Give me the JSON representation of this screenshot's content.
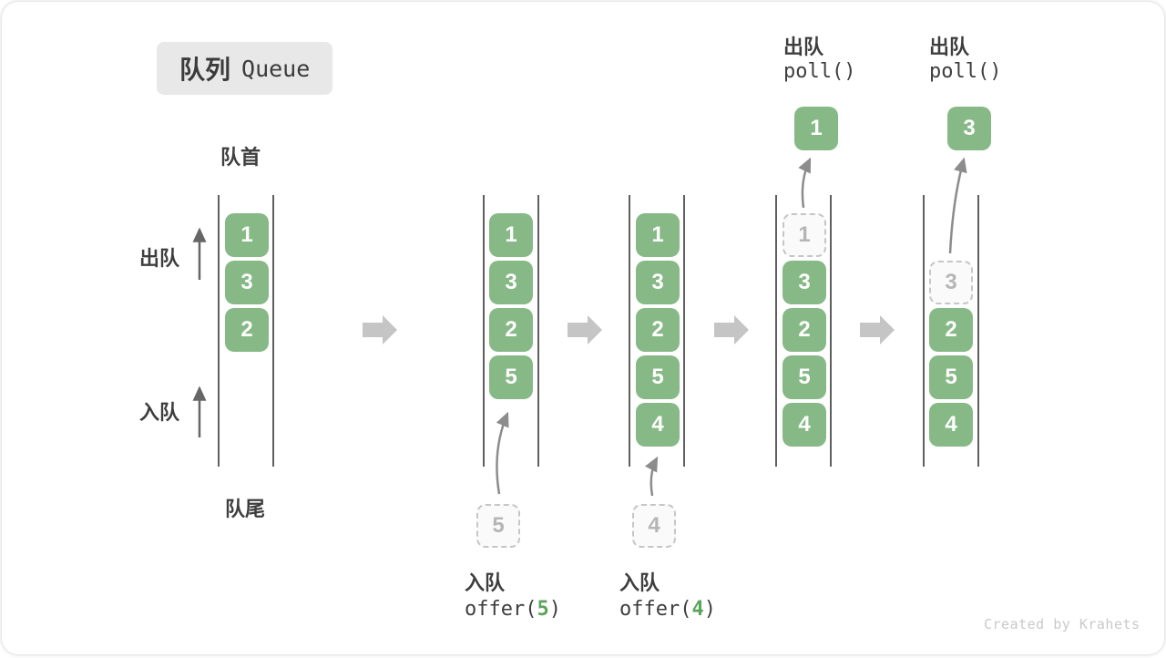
{
  "title": {
    "zh": "队列",
    "en": "Queue"
  },
  "side_labels": {
    "front": "队首",
    "rear": "队尾",
    "dequeue": "出队",
    "enqueue": "入队"
  },
  "states": [
    {
      "blocks": [
        "1",
        "3",
        "2"
      ]
    },
    {
      "blocks": [
        "1",
        "3",
        "2",
        "5"
      ],
      "incoming": "5"
    },
    {
      "blocks": [
        "1",
        "3",
        "2",
        "5",
        "4"
      ],
      "incoming": "4"
    },
    {
      "ghost": "1",
      "blocks": [
        "3",
        "2",
        "5",
        "4"
      ],
      "outgoing": "1"
    },
    {
      "ghost": "3",
      "blocks": [
        "2",
        "5",
        "4"
      ],
      "outgoing": "3"
    }
  ],
  "ops": {
    "enqueue5": {
      "label": "入队",
      "fn": "offer(",
      "arg": "5",
      "close": ")"
    },
    "enqueue4": {
      "label": "入队",
      "fn": "offer(",
      "arg": "4",
      "close": ")"
    },
    "dequeue1": {
      "label": "出队",
      "code": "poll()"
    },
    "dequeue3": {
      "label": "出队",
      "code": "poll()"
    }
  },
  "watermark": "Created by Krahets",
  "colors": {
    "block_green": "#87b987",
    "code_green": "#5aa55a",
    "text_dark": "#3e3e3e",
    "flow_arrow_gray": "#c5c5c5",
    "path_arrow_gray": "#8c8c8c",
    "ghost_border": "#c6c6c6",
    "ghost_text": "#b5b5b5",
    "badge_bg": "#e8e8e8",
    "wall_gray": "#5f5f5f",
    "watermark_gray": "#c9c9c9"
  }
}
